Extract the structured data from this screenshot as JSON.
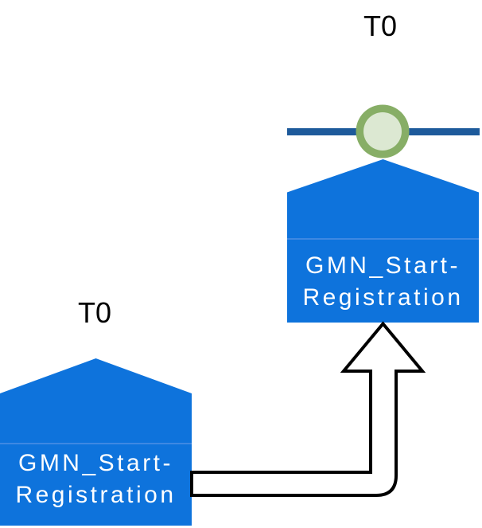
{
  "canvas": {
    "background": "#FFFFFF"
  },
  "palette": {
    "event_fill": "#0E73DC",
    "event_seam": "#4E90E4",
    "event_text": "#FFFFFF",
    "timeline_color": "#1D5A9B",
    "timeline_label_color": "#000000",
    "milestone_ring": "#87AE66",
    "milestone_fill": "#DCE8D2",
    "connector_fill": "#FFFFFF",
    "connector_stroke": "#000000"
  },
  "diagram": {
    "target_event": {
      "timeline_label": "T0",
      "name": "GMN_Start-Registration",
      "label_lines": [
        "GMN_Start-",
        "Registration"
      ]
    },
    "source_event": {
      "timeline_label": "T0",
      "name": "GMN_Start-Registration",
      "label_lines": [
        "GMN_Start-",
        "Registration"
      ]
    }
  }
}
